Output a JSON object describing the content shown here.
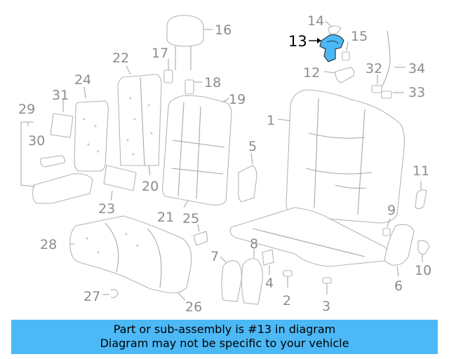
{
  "highlight": {
    "part": "13",
    "color": "#4cb8f5"
  },
  "callouts": [
    "1",
    "2",
    "3",
    "4",
    "5",
    "6",
    "7",
    "8",
    "9",
    "10",
    "11",
    "12",
    "13",
    "14",
    "15",
    "16",
    "17",
    "18",
    "19",
    "20",
    "21",
    "22",
    "23",
    "24",
    "25",
    "26",
    "27",
    "28",
    "29",
    "30",
    "31",
    "32",
    "33",
    "34"
  ],
  "footer": {
    "line1": "Part or sub-assembly is #13 in diagram",
    "line2": "Diagram may not be specific to your vehicle"
  }
}
